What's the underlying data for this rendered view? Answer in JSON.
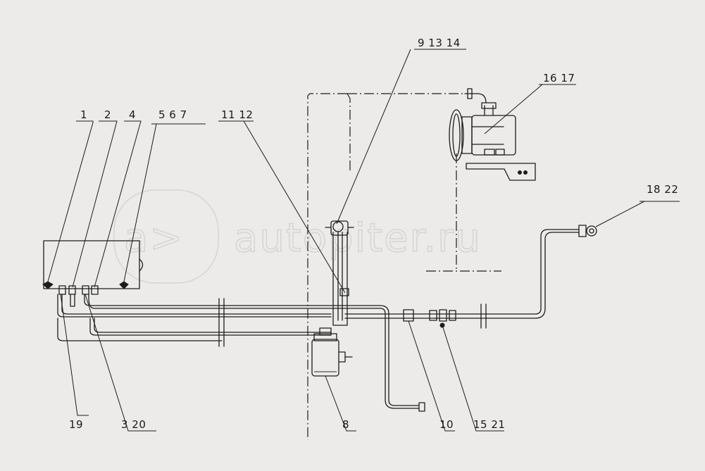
{
  "watermark": {
    "text": "autopiter.ru",
    "logo_glyph": "a>"
  },
  "callouts": [
    {
      "id": "c-1",
      "label": "1"
    },
    {
      "id": "c-2",
      "label": "2"
    },
    {
      "id": "c-4",
      "label": "4"
    },
    {
      "id": "c-567",
      "label": "5 6 7"
    },
    {
      "id": "c-1112",
      "label": "11 12"
    },
    {
      "id": "c-91314",
      "label": "9 13 14"
    },
    {
      "id": "c-1617",
      "label": "16 17"
    },
    {
      "id": "c-1822",
      "label": "18 22"
    },
    {
      "id": "c-19",
      "label": "19"
    },
    {
      "id": "c-320",
      "label": "3 20"
    },
    {
      "id": "c-8",
      "label": "8"
    },
    {
      "id": "c-10",
      "label": "10"
    },
    {
      "id": "c-1521",
      "label": "15 21"
    }
  ]
}
